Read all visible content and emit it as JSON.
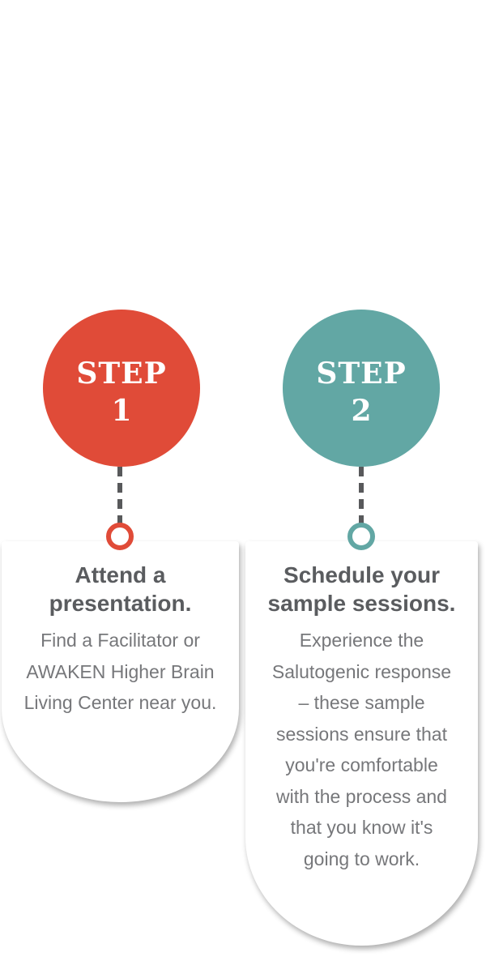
{
  "colors": {
    "step1-accent": "#E04B38",
    "step2-accent": "#62A7A4",
    "connector-gray": "#58595B",
    "heading-gray": "#5A5C5F",
    "body-gray": "#76777A",
    "card-bg": "#FFFFFF"
  },
  "steps": [
    {
      "label": "STEP",
      "number": "1",
      "heading": "Attend a\npresentation.",
      "body": "Find a Facilitator or\nAWAKEN Higher Brain\nLiving Center near you."
    },
    {
      "label": "STEP",
      "number": "2",
      "heading": "Schedule your\nsample sessions.",
      "body": "Experience the\nSalutogenic response\n– these sample\nsessions ensure that\nyou're comfortable\nwith the process and\nthat you know it's\ngoing to work."
    }
  ]
}
